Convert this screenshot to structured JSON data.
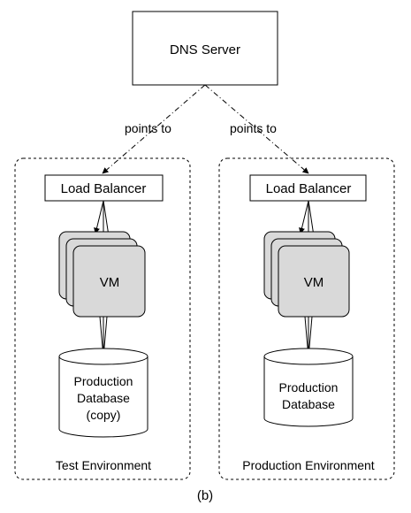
{
  "dns": {
    "label": "DNS Server"
  },
  "edges": {
    "left_label": "points to",
    "right_label": "points to"
  },
  "test_env": {
    "title": "Test Environment",
    "load_balancer": "Load Balancer",
    "vm": "VM",
    "database_lines": [
      "Production",
      "Database",
      "(copy)"
    ]
  },
  "prod_env": {
    "title": "Production Environment",
    "load_balancer": "Load Balancer",
    "vm": "VM",
    "database_lines": [
      "Production",
      "Database"
    ]
  },
  "caption": "(b)"
}
